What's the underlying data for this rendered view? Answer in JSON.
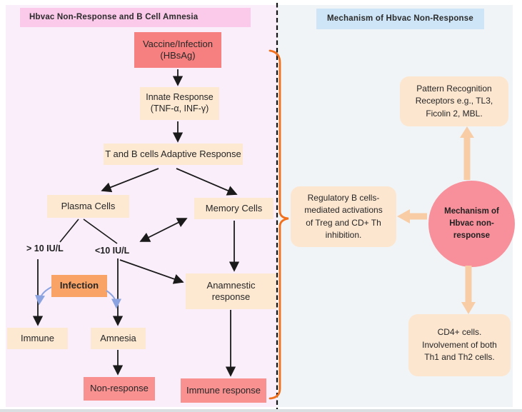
{
  "left_panel": {
    "title": "Hbvac Non-Response and B Cell Amnesia",
    "nodes": {
      "vaccine": "Vaccine/Infection\n(HBsAg)",
      "innate": "Innate Response\n(TNF-α, INF-γ)",
      "adaptive": "T and B cells Adaptive Response",
      "plasma": "Plasma Cells",
      "memory": "Memory Cells",
      "gt10": "> 10 IU/L",
      "lt10": "<10 IU/L",
      "infection": "Infection",
      "immune": "Immune",
      "amnesia": "Amnesia",
      "anamnestic": "Anamnestic\nresponse",
      "non_response": "Non-response",
      "immune_response": "Immune response"
    }
  },
  "right_panel": {
    "title": "Mechanism of Hbvac Non-Response",
    "nodes": {
      "pattern_recognition": "Pattern Recognition\nReceptors e.g., TL3,\nFicolin 2, MBL.",
      "regulatory": "Regulatory B cells-\nmediated activations\nof Treg and CD+ Th\ninhibition.",
      "mechanism_circle": "Mechanism of\nHbvac non-\nresponse",
      "cd4": "CD4+ cells.\nInvolvement of both\nTh1 and Th2 cells."
    }
  },
  "colors": {
    "left_panel_bg": "#faeefb",
    "right_panel_bg": "#f1f4f6",
    "left_title_bg": "#fbcaea",
    "right_title_bg": "#cde5f6",
    "peach_node": "#fde9d2",
    "salmon_node": "#f5807f",
    "salmon_result_node": "#f99191",
    "orange_node": "#f9a466",
    "circle_node": "#f8909b",
    "rounded_peach_node": "#fce6d0",
    "peach_arrow": "#f8cda6",
    "brace_orange": "#f1701d",
    "blue_arrow": "#8ba3e0",
    "black_arrow": "#1a1a1a"
  }
}
